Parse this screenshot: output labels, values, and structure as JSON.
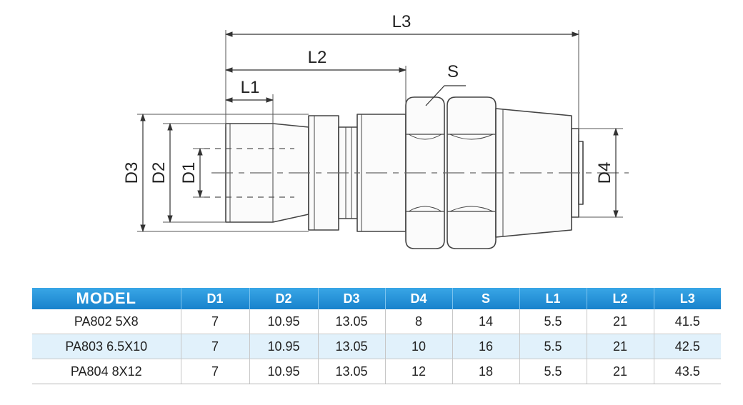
{
  "diagram": {
    "labels": {
      "L1": "L1",
      "L2": "L2",
      "L3": "L3",
      "S": "S",
      "D1": "D1",
      "D2": "D2",
      "D3": "D3",
      "D4": "D4"
    }
  },
  "table": {
    "headers": [
      "MODEL",
      "D1",
      "D2",
      "D3",
      "D4",
      "S",
      "L1",
      "L2",
      "L3"
    ],
    "rows": [
      [
        "PA802 5X8",
        "7",
        "10.95",
        "13.05",
        "8",
        "14",
        "5.5",
        "21",
        "41.5"
      ],
      [
        "PA803 6.5X10",
        "7",
        "10.95",
        "13.05",
        "10",
        "16",
        "5.5",
        "21",
        "42.5"
      ],
      [
        "PA804 8X12",
        "7",
        "10.95",
        "13.05",
        "12",
        "18",
        "5.5",
        "21",
        "43.5"
      ]
    ]
  },
  "colors": {
    "header_blue": "#1f8fd8",
    "alt_row": "#e1f1fb"
  }
}
